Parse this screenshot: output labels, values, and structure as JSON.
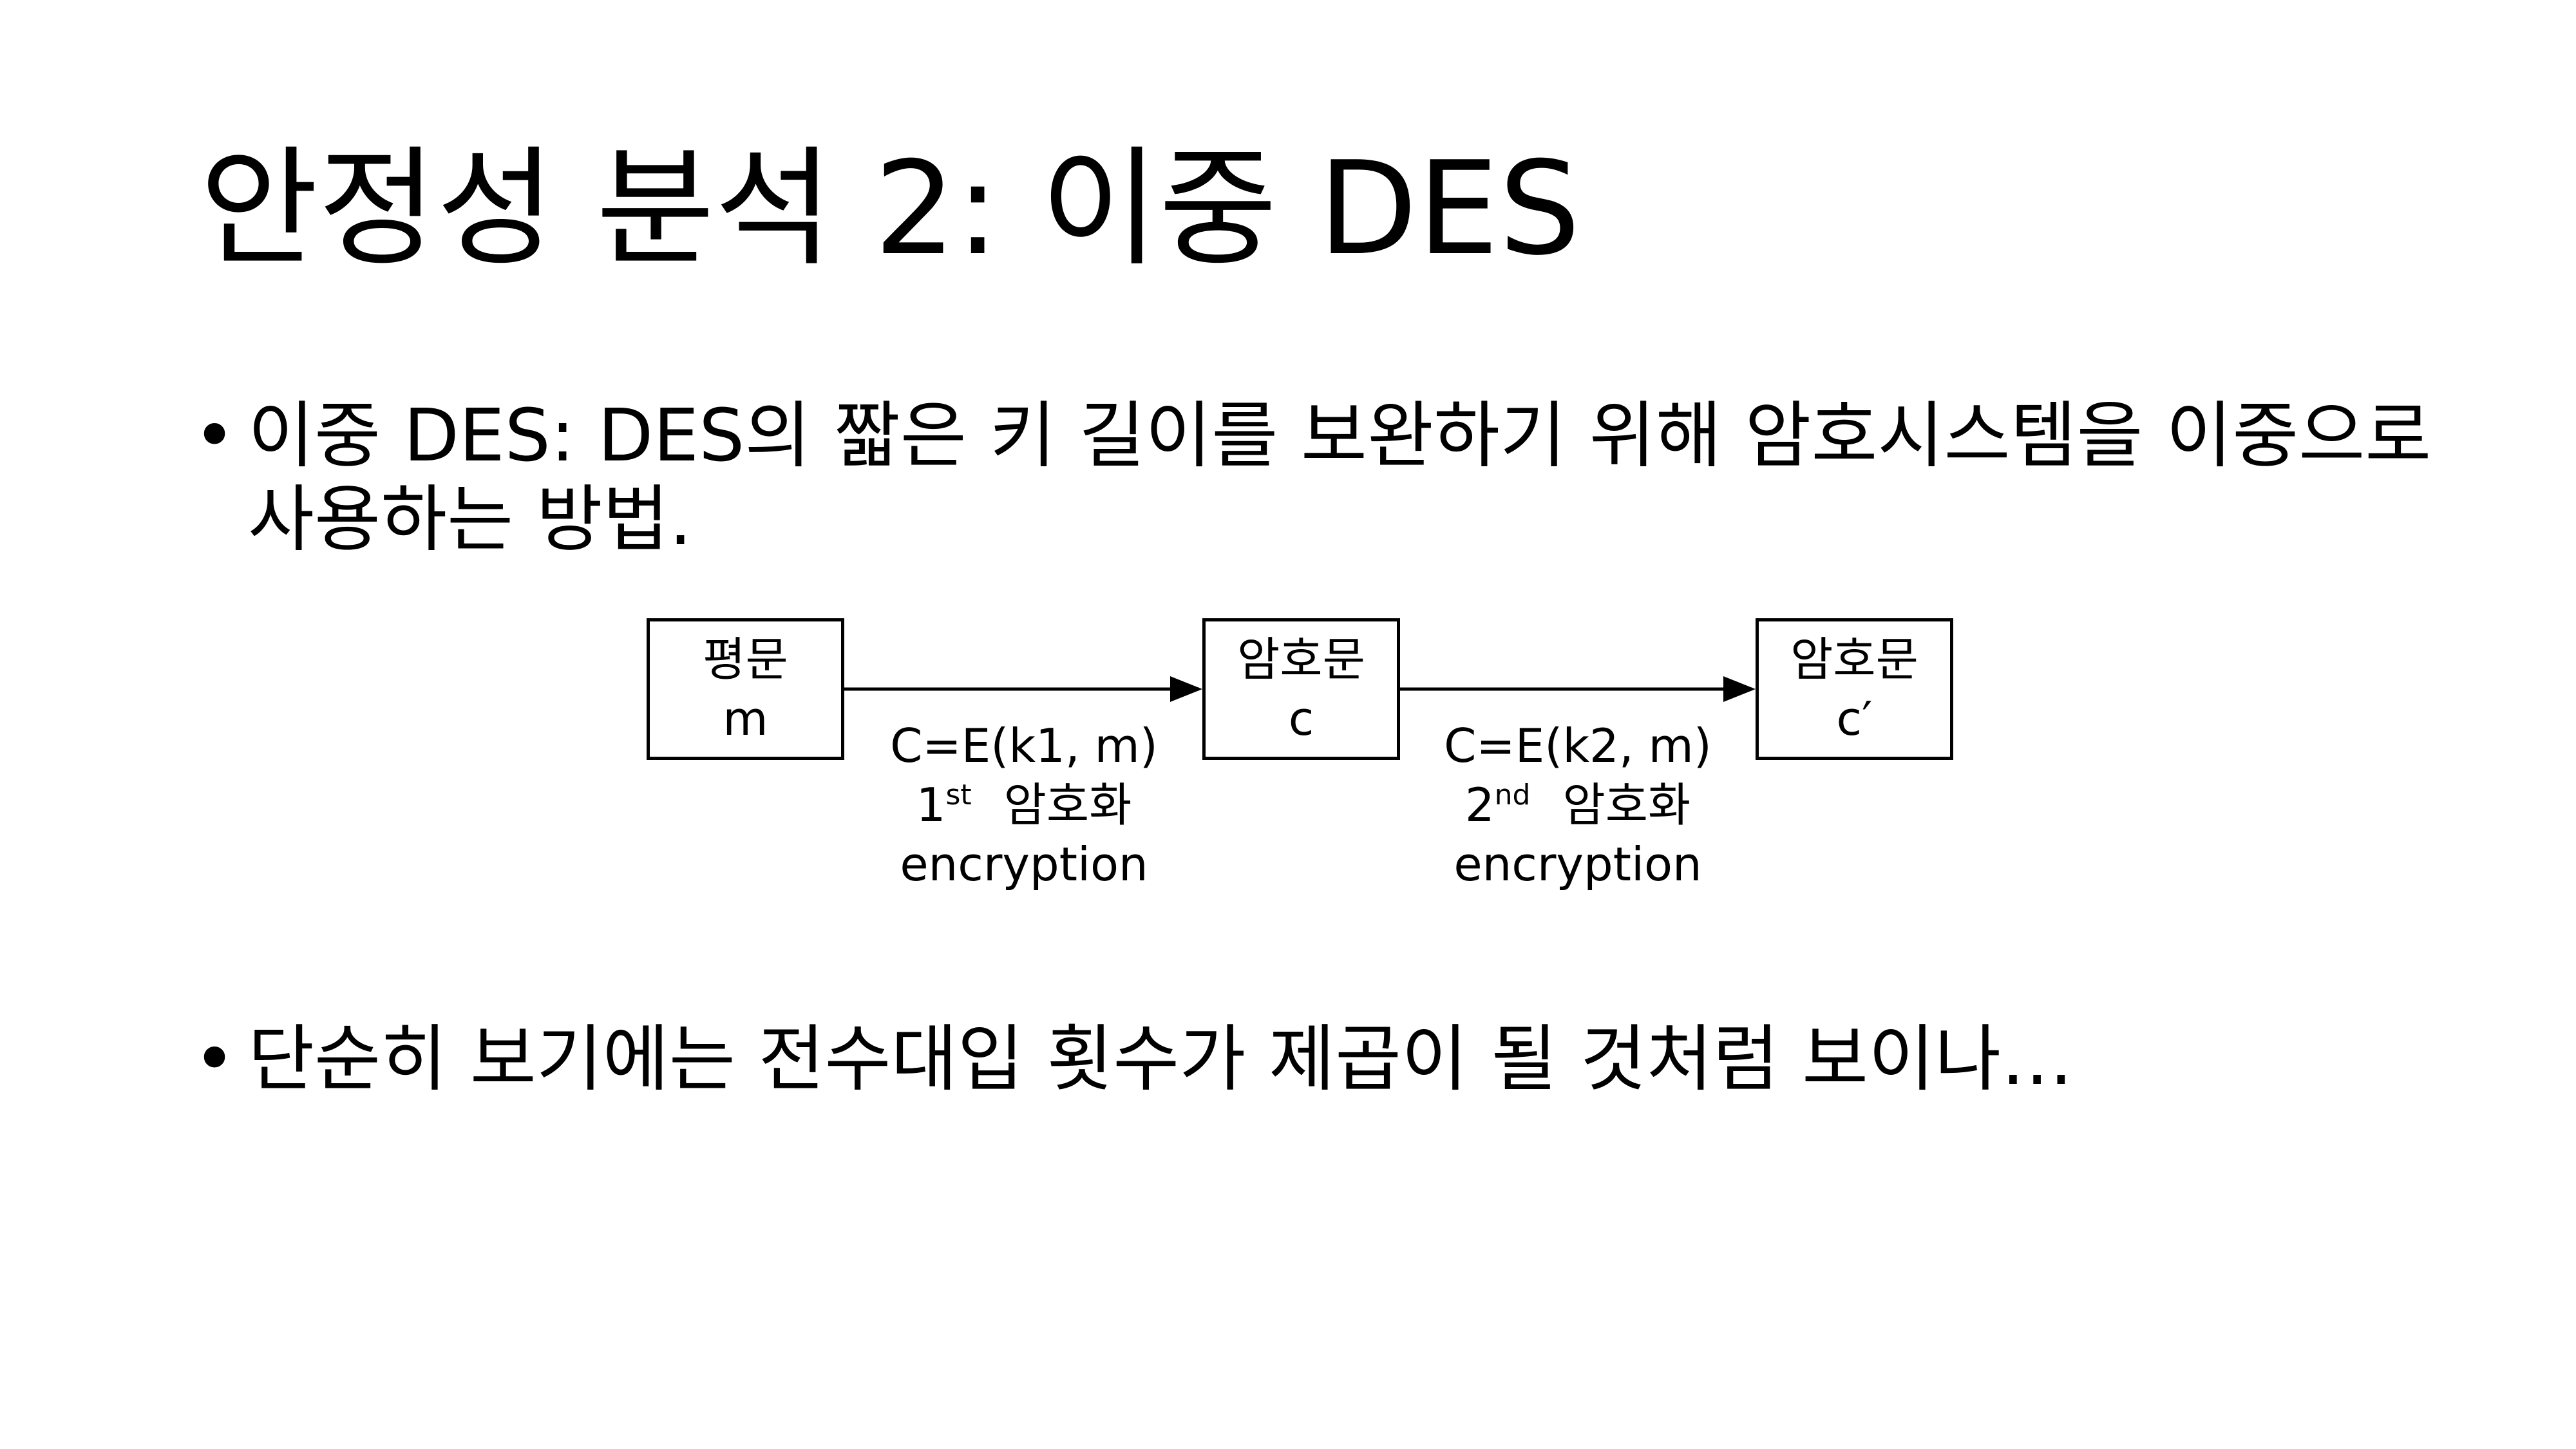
{
  "title": "안정성 분석 2: 이중 DES",
  "bullets": [
    {
      "marker": "•",
      "text": "이중 DES: DES의 짧은 키 길이를 보완하기 위해 암호시스템을 이중으로 사용하는 방법."
    },
    {
      "marker": "•",
      "text": "단순히 보기에는 전수대입 횟수가 제곱이 될 것처럼 보이나…"
    }
  ],
  "diagram": {
    "boxes": [
      {
        "line1": "평문",
        "line2": "m"
      },
      {
        "line1": "암호문",
        "line2": "c"
      },
      {
        "line1": "암호문",
        "line2": "c′"
      }
    ],
    "steps": [
      {
        "formula": "C=E(k1, m)",
        "ordinal_num": "1",
        "ordinal_suffix": "st",
        "korean": "암호화",
        "english": "encryption"
      },
      {
        "formula": "C=E(k2, m)",
        "ordinal_num": "2",
        "ordinal_suffix": "nd",
        "korean": "암호화",
        "english": "encryption"
      }
    ]
  }
}
